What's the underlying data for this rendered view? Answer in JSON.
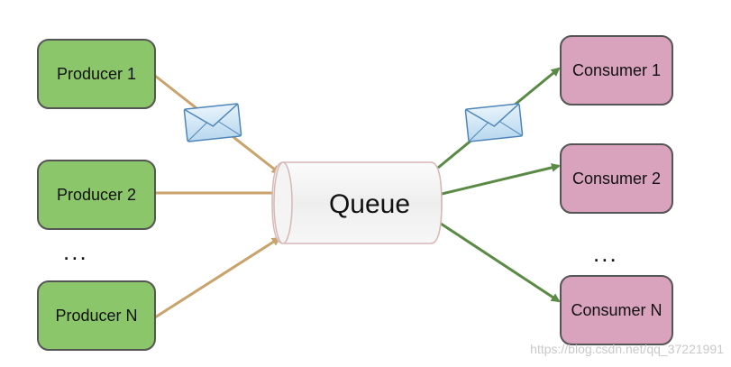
{
  "producers": [
    {
      "label": "Producer 1"
    },
    {
      "label": "Producer 2"
    },
    {
      "label": "Producer N"
    }
  ],
  "consumers": [
    {
      "label": "Consumer 1"
    },
    {
      "label": "Consumer 2"
    },
    {
      "label": "Consumer N"
    }
  ],
  "queue": {
    "label": "Queue"
  },
  "ellipsis": {
    "producers": "...",
    "consumers": "..."
  },
  "watermark": "https://blog.csdn.net/qq_37221991",
  "colors": {
    "producer_fill": "#8cc66a",
    "producer_stroke": "#555555",
    "consumer_fill": "#d9a2bd",
    "consumer_stroke": "#555555",
    "producer_arrow": "#c9a36b",
    "consumer_arrow": "#5a8a46",
    "queue_fill": "#f1f1f1",
    "queue_stroke": "#d8b7b7",
    "envelope_fill": "#cfe6f7",
    "envelope_stroke": "#4f86b8"
  },
  "icons": {
    "message": "envelope-icon"
  }
}
